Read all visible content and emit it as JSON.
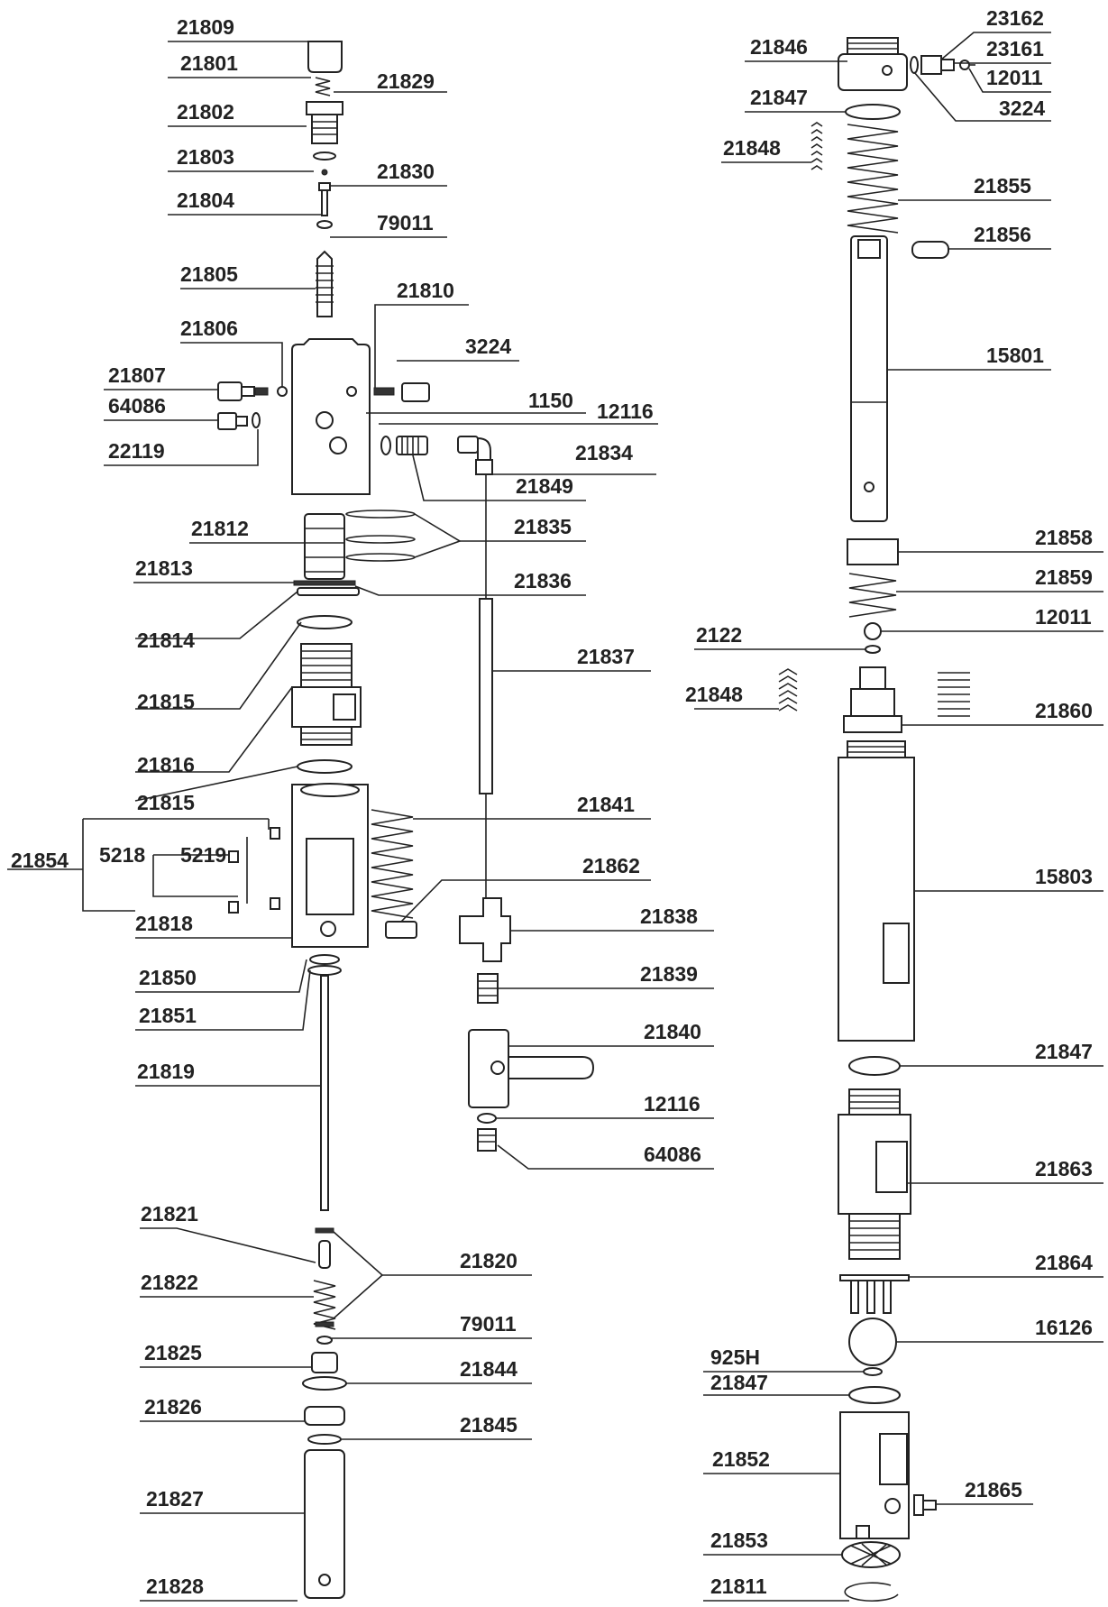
{
  "figure": {
    "labels": [
      {
        "id": "l0",
        "text": "21809"
      },
      {
        "id": "l1",
        "text": "21801"
      },
      {
        "id": "l2",
        "text": "21829"
      },
      {
        "id": "l3",
        "text": "21802"
      },
      {
        "id": "l4",
        "text": "21803"
      },
      {
        "id": "l5",
        "text": "21830"
      },
      {
        "id": "l6",
        "text": "21804"
      },
      {
        "id": "l7",
        "text": "79011"
      },
      {
        "id": "l8",
        "text": "21805"
      },
      {
        "id": "l9",
        "text": "21810"
      },
      {
        "id": "l10",
        "text": "21806"
      },
      {
        "id": "l11",
        "text": "3224"
      },
      {
        "id": "l12",
        "text": "21807"
      },
      {
        "id": "l13",
        "text": "1150"
      },
      {
        "id": "l14",
        "text": "12116"
      },
      {
        "id": "l15",
        "text": "64086"
      },
      {
        "id": "l16",
        "text": "22119"
      },
      {
        "id": "l17",
        "text": "21834"
      },
      {
        "id": "l18",
        "text": "21849"
      },
      {
        "id": "l19",
        "text": "21812"
      },
      {
        "id": "l20",
        "text": "21835"
      },
      {
        "id": "l21",
        "text": "21813"
      },
      {
        "id": "l22",
        "text": "21836"
      },
      {
        "id": "l23",
        "text": "21814"
      },
      {
        "id": "l24",
        "text": "21837"
      },
      {
        "id": "l25",
        "text": "21815"
      },
      {
        "id": "l26",
        "text": "21816"
      },
      {
        "id": "l27",
        "text": "21815"
      },
      {
        "id": "l28",
        "text": "21841"
      },
      {
        "id": "l29",
        "text": "21854"
      },
      {
        "id": "l30",
        "text": "5218"
      },
      {
        "id": "l31",
        "text": "5219"
      },
      {
        "id": "l32",
        "text": "21862"
      },
      {
        "id": "l33",
        "text": "21818"
      },
      {
        "id": "l34",
        "text": "21838"
      },
      {
        "id": "l35",
        "text": "21850"
      },
      {
        "id": "l36",
        "text": "21839"
      },
      {
        "id": "l37",
        "text": "21851"
      },
      {
        "id": "l38",
        "text": "21840"
      },
      {
        "id": "l39",
        "text": "21819"
      },
      {
        "id": "l40",
        "text": "12116"
      },
      {
        "id": "l41",
        "text": "64086"
      },
      {
        "id": "l42",
        "text": "21821"
      },
      {
        "id": "l43",
        "text": "21820"
      },
      {
        "id": "l44",
        "text": "21822"
      },
      {
        "id": "l45",
        "text": "79011"
      },
      {
        "id": "l46",
        "text": "21825"
      },
      {
        "id": "l47",
        "text": "21844"
      },
      {
        "id": "l48",
        "text": "21826"
      },
      {
        "id": "l49",
        "text": "21845"
      },
      {
        "id": "l50",
        "text": "21827"
      },
      {
        "id": "l51",
        "text": "21828"
      },
      {
        "id": "r0",
        "text": "23162"
      },
      {
        "id": "r1",
        "text": "21846"
      },
      {
        "id": "r2",
        "text": "23161"
      },
      {
        "id": "r3",
        "text": "12011"
      },
      {
        "id": "r4",
        "text": "21847"
      },
      {
        "id": "r5",
        "text": "3224"
      },
      {
        "id": "r6",
        "text": "21848"
      },
      {
        "id": "r7",
        "text": "21855"
      },
      {
        "id": "r8",
        "text": "21856"
      },
      {
        "id": "r9",
        "text": "15801"
      },
      {
        "id": "r10",
        "text": "21858"
      },
      {
        "id": "r11",
        "text": "21859"
      },
      {
        "id": "r12",
        "text": "12011"
      },
      {
        "id": "r13",
        "text": "2122"
      },
      {
        "id": "r14",
        "text": "21848"
      },
      {
        "id": "r15",
        "text": "21860"
      },
      {
        "id": "r16",
        "text": "15803"
      },
      {
        "id": "r17",
        "text": "21847"
      },
      {
        "id": "r18",
        "text": "21863"
      },
      {
        "id": "r19",
        "text": "21864"
      },
      {
        "id": "r20",
        "text": "16126"
      },
      {
        "id": "r21",
        "text": "925H"
      },
      {
        "id": "r22",
        "text": "21847"
      },
      {
        "id": "r23",
        "text": "21852"
      },
      {
        "id": "r24",
        "text": "21865"
      },
      {
        "id": "r25",
        "text": "21853"
      },
      {
        "id": "r26",
        "text": "21811"
      }
    ]
  }
}
